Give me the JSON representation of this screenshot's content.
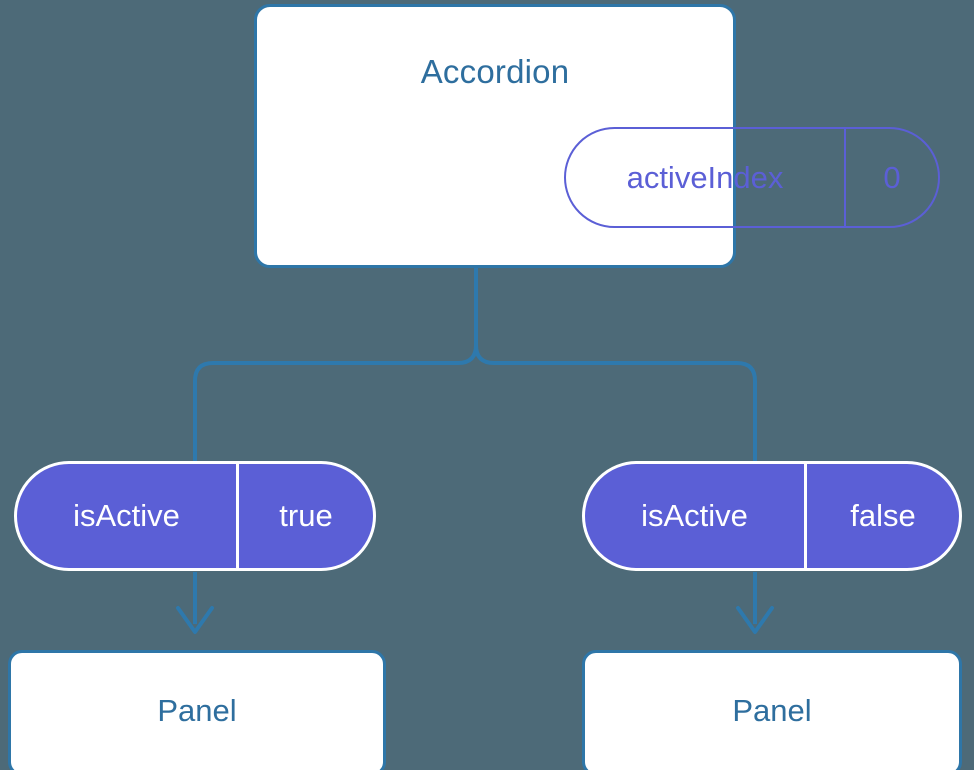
{
  "diagram": {
    "title": "Accordion component state tree",
    "background_color": "#4d6a78",
    "accent_blue": "#2e76a8",
    "text_blue": "#2e6e9e",
    "accent_purple": "#5b5fd6",
    "connector_color": "#2e79ad"
  },
  "root": {
    "label": "Accordion",
    "state": {
      "key": "activeIndex",
      "value": "0"
    }
  },
  "branches": [
    {
      "side": "left",
      "prop": {
        "key": "isActive",
        "value": "true"
      },
      "child": {
        "label": "Panel"
      }
    },
    {
      "side": "right",
      "prop": {
        "key": "isActive",
        "value": "false"
      },
      "child": {
        "label": "Panel"
      }
    }
  ]
}
